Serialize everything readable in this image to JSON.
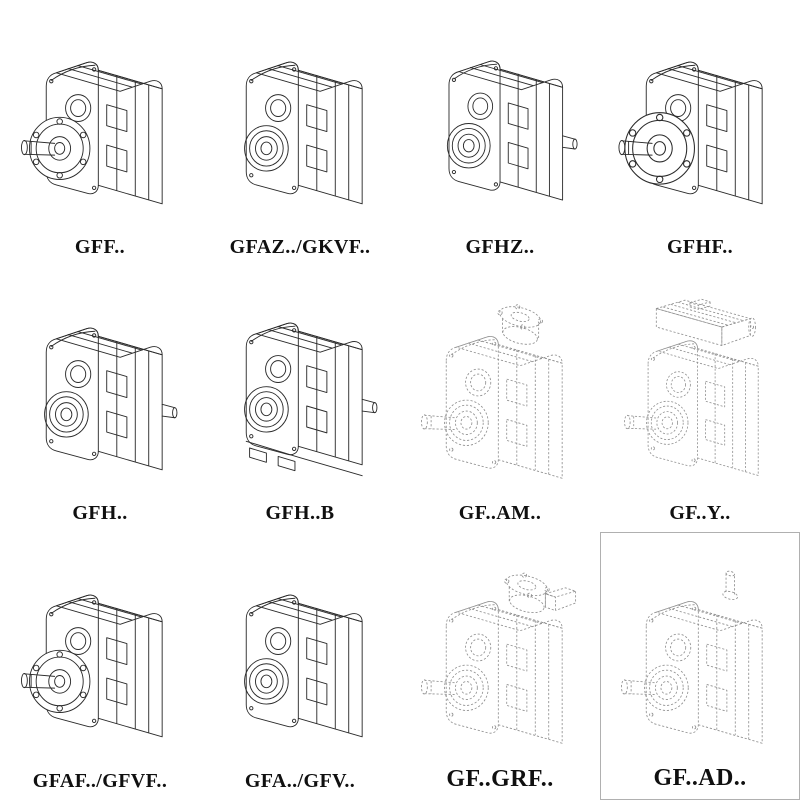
{
  "style": {
    "background": "#ffffff",
    "solid_line_color": "#2b2b2b",
    "dashed_line_color": "#8f8f8f",
    "label_color": "#101010"
  },
  "catalog": {
    "items": [
      {
        "label": "GFF..",
        "icon": "gearbox-flange-output-shaft-icon",
        "line_style": "solid"
      },
      {
        "label": "GFAZ../GKVF..",
        "icon": "gearbox-hollow-shaft-icon",
        "line_style": "solid"
      },
      {
        "label": "GFHZ..",
        "icon": "gearbox-hollow-shaft-icon",
        "line_style": "solid"
      },
      {
        "label": "GFHF..",
        "icon": "gearbox-large-flange-output-shaft-icon",
        "line_style": "solid"
      },
      {
        "label": "GFH..",
        "icon": "gearbox-shaft-mounted-icon",
        "line_style": "solid"
      },
      {
        "label": "GFH..B",
        "icon": "gearbox-shaft-mounted-with-base-icon",
        "line_style": "solid"
      },
      {
        "label": "GF..AM..",
        "icon": "gearbox-iec-motor-adapter-icon",
        "line_style": "dashed"
      },
      {
        "label": "GF..Y..",
        "icon": "gearbox-integral-motor-icon",
        "line_style": "dashed"
      },
      {
        "label": "GFAF../GFVF..",
        "icon": "gearbox-flange-output-shaft-icon",
        "line_style": "solid"
      },
      {
        "label": "GFA../GFV..",
        "icon": "gearbox-hollow-shaft-icon",
        "line_style": "solid"
      },
      {
        "label": "GF..GRF..",
        "icon": "gearbox-adapter-flange-icon",
        "line_style": "dashed"
      },
      {
        "label": "GF..AD..",
        "icon": "gearbox-input-shaft-adapter-icon",
        "line_style": "dashed"
      }
    ]
  }
}
